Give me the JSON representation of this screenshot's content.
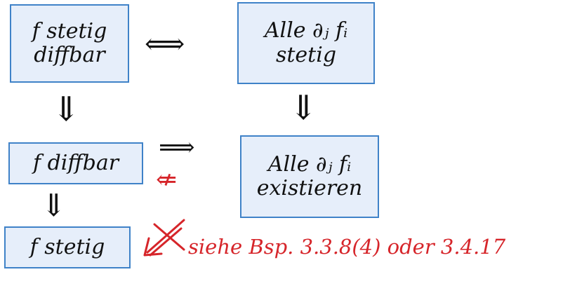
{
  "boxes": {
    "stetig_diffbar": {
      "line1": "f stetig",
      "line2": "diffbar"
    },
    "alle_stetig": {
      "line1": "Alle ∂ⱼ fᵢ",
      "line2": "stetig"
    },
    "diffbar": {
      "line1": "f diffbar"
    },
    "alle_existieren": {
      "line1": "Alle ∂ⱼ fᵢ",
      "line2": "existieren"
    },
    "stetig": {
      "line1": "f stetig"
    }
  },
  "arrows": {
    "equiv": "⟺",
    "down_left_1": "⇓",
    "down_right": "⇓",
    "right_implies": "⟹",
    "not_left_implies": "⇍",
    "down_left_2": "⇓"
  },
  "note": "siehe Bsp. 3.3.8(4) oder 3.4.17",
  "colors": {
    "box_fill": "#e6eefa",
    "box_border": "#3f82c8",
    "ink": "#111111",
    "red": "#d6252a"
  }
}
